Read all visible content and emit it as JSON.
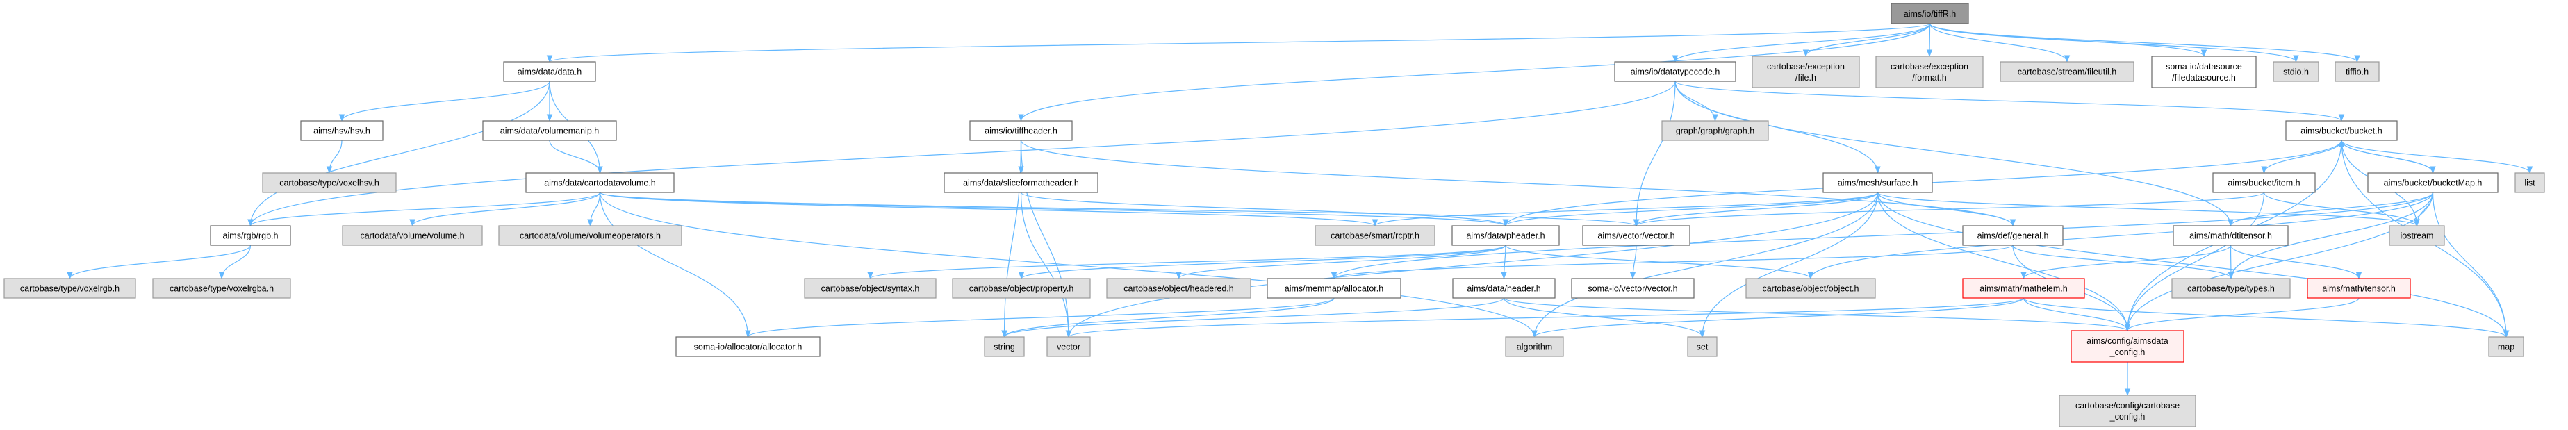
{
  "colors": {
    "edge": "#63b8ff",
    "node_plain_fill": "#ffffff",
    "node_plain_border": "#666666",
    "node_external_fill": "#e0e0e0",
    "node_external_border": "#999999",
    "node_root_fill": "#999999",
    "node_root_border": "#666666",
    "node_incomplete_fill": "#fff0f0",
    "node_incomplete_border": "#ff0000"
  },
  "nodes": [
    {
      "id": "tiffR",
      "label": [
        "aims/io/tiffR.h"
      ],
      "kind": "root"
    },
    {
      "id": "data",
      "label": [
        "aims/data/data.h"
      ],
      "kind": "plain"
    },
    {
      "id": "datatypecode",
      "label": [
        "aims/io/datatypecode.h"
      ],
      "kind": "plain"
    },
    {
      "id": "excfile",
      "label": [
        "cartobase/exception",
        "/file.h"
      ],
      "kind": "external"
    },
    {
      "id": "excformat",
      "label": [
        "cartobase/exception",
        "/format.h"
      ],
      "kind": "external"
    },
    {
      "id": "fileutil",
      "label": [
        "cartobase/stream/fileutil.h"
      ],
      "kind": "external"
    },
    {
      "id": "filedatasource",
      "label": [
        "soma-io/datasource",
        "/filedatasource.h"
      ],
      "kind": "plain"
    },
    {
      "id": "stdio",
      "label": [
        "stdio.h"
      ],
      "kind": "external"
    },
    {
      "id": "tiffio",
      "label": [
        "tiffio.h"
      ],
      "kind": "external"
    },
    {
      "id": "hsv",
      "label": [
        "aims/hsv/hsv.h"
      ],
      "kind": "plain"
    },
    {
      "id": "volumemanip",
      "label": [
        "aims/data/volumemanip.h"
      ],
      "kind": "plain"
    },
    {
      "id": "tiffheader",
      "label": [
        "aims/io/tiffheader.h"
      ],
      "kind": "plain"
    },
    {
      "id": "graph",
      "label": [
        "graph/graph/graph.h"
      ],
      "kind": "external"
    },
    {
      "id": "bucket",
      "label": [
        "aims/bucket/bucket.h"
      ],
      "kind": "plain"
    },
    {
      "id": "voxelhsv",
      "label": [
        "cartobase/type/voxelhsv.h"
      ],
      "kind": "external"
    },
    {
      "id": "cartodatavolume",
      "label": [
        "aims/data/cartodatavolume.h"
      ],
      "kind": "plain"
    },
    {
      "id": "sliceformatheader",
      "label": [
        "aims/data/sliceformatheader.h"
      ],
      "kind": "plain"
    },
    {
      "id": "surface",
      "label": [
        "aims/mesh/surface.h"
      ],
      "kind": "plain"
    },
    {
      "id": "item",
      "label": [
        "aims/bucket/item.h"
      ],
      "kind": "plain"
    },
    {
      "id": "bucketMap",
      "label": [
        "aims/bucket/bucketMap.h"
      ],
      "kind": "plain"
    },
    {
      "id": "list",
      "label": [
        "list"
      ],
      "kind": "external"
    },
    {
      "id": "rgb",
      "label": [
        "aims/rgb/rgb.h"
      ],
      "kind": "plain"
    },
    {
      "id": "volume",
      "label": [
        "cartodata/volume/volume.h"
      ],
      "kind": "external"
    },
    {
      "id": "volumeoperators",
      "label": [
        "cartodata/volume/volumeoperators.h"
      ],
      "kind": "external"
    },
    {
      "id": "rcptr",
      "label": [
        "cartobase/smart/rcptr.h"
      ],
      "kind": "external"
    },
    {
      "id": "pheader",
      "label": [
        "aims/data/pheader.h"
      ],
      "kind": "plain"
    },
    {
      "id": "aimsvector",
      "label": [
        "aims/vector/vector.h"
      ],
      "kind": "plain"
    },
    {
      "id": "general",
      "label": [
        "aims/def/general.h"
      ],
      "kind": "plain"
    },
    {
      "id": "dtitensor",
      "label": [
        "aims/math/dtitensor.h"
      ],
      "kind": "plain"
    },
    {
      "id": "iostream",
      "label": [
        "iostream"
      ],
      "kind": "external"
    },
    {
      "id": "voxelrgb",
      "label": [
        "cartobase/type/voxelrgb.h"
      ],
      "kind": "external"
    },
    {
      "id": "voxelrgba",
      "label": [
        "cartobase/type/voxelrgba.h"
      ],
      "kind": "external"
    },
    {
      "id": "syntax",
      "label": [
        "cartobase/object/syntax.h"
      ],
      "kind": "external"
    },
    {
      "id": "property",
      "label": [
        "cartobase/object/property.h"
      ],
      "kind": "external"
    },
    {
      "id": "headered",
      "label": [
        "cartobase/object/headered.h"
      ],
      "kind": "external"
    },
    {
      "id": "memallocator",
      "label": [
        "aims/memmap/allocator.h"
      ],
      "kind": "plain"
    },
    {
      "id": "header",
      "label": [
        "aims/data/header.h"
      ],
      "kind": "plain"
    },
    {
      "id": "somavector",
      "label": [
        "soma-io/vector/vector.h"
      ],
      "kind": "plain"
    },
    {
      "id": "object",
      "label": [
        "cartobase/object/object.h"
      ],
      "kind": "external"
    },
    {
      "id": "mathelem",
      "label": [
        "aims/math/mathelem.h"
      ],
      "kind": "incomplete"
    },
    {
      "id": "types",
      "label": [
        "cartobase/type/types.h"
      ],
      "kind": "external"
    },
    {
      "id": "tensor",
      "label": [
        "aims/math/tensor.h"
      ],
      "kind": "incomplete"
    },
    {
      "id": "somaallocator",
      "label": [
        "soma-io/allocator/allocator.h"
      ],
      "kind": "plain"
    },
    {
      "id": "string",
      "label": [
        "string"
      ],
      "kind": "external"
    },
    {
      "id": "vector",
      "label": [
        "vector"
      ],
      "kind": "external"
    },
    {
      "id": "algorithm",
      "label": [
        "algorithm"
      ],
      "kind": "external"
    },
    {
      "id": "set",
      "label": [
        "set"
      ],
      "kind": "external"
    },
    {
      "id": "aimsdataconfig",
      "label": [
        "aims/config/aimsdata",
        "_config.h"
      ],
      "kind": "incomplete"
    },
    {
      "id": "map",
      "label": [
        "map"
      ],
      "kind": "external"
    },
    {
      "id": "cartobaseconfig",
      "label": [
        "cartobase/config/cartobase",
        "_config.h"
      ],
      "kind": "external"
    }
  ],
  "edges": [
    [
      "tiffR",
      "data"
    ],
    [
      "tiffR",
      "datatypecode"
    ],
    [
      "tiffR",
      "tiffheader"
    ],
    [
      "tiffR",
      "excfile"
    ],
    [
      "tiffR",
      "excformat"
    ],
    [
      "tiffR",
      "fileutil"
    ],
    [
      "tiffR",
      "filedatasource"
    ],
    [
      "tiffR",
      "stdio"
    ],
    [
      "tiffR",
      "tiffio"
    ],
    [
      "data",
      "hsv"
    ],
    [
      "data",
      "rgb"
    ],
    [
      "data",
      "volumemanip"
    ],
    [
      "data",
      "cartodatavolume"
    ],
    [
      "hsv",
      "voxelhsv"
    ],
    [
      "volumemanip",
      "cartodatavolume"
    ],
    [
      "cartodatavolume",
      "rgb"
    ],
    [
      "cartodatavolume",
      "volume"
    ],
    [
      "cartodatavolume",
      "volumeoperators"
    ],
    [
      "cartodatavolume",
      "somaallocator"
    ],
    [
      "cartodatavolume",
      "rcptr"
    ],
    [
      "cartodatavolume",
      "pheader"
    ],
    [
      "cartodatavolume",
      "aimsvector"
    ],
    [
      "cartodatavolume",
      "algorithm"
    ],
    [
      "rgb",
      "voxelrgb"
    ],
    [
      "rgb",
      "voxelrgba"
    ],
    [
      "datatypecode",
      "rgb"
    ],
    [
      "datatypecode",
      "graph"
    ],
    [
      "datatypecode",
      "aimsvector"
    ],
    [
      "datatypecode",
      "surface"
    ],
    [
      "datatypecode",
      "bucket"
    ],
    [
      "datatypecode",
      "dtitensor"
    ],
    [
      "tiffheader",
      "sliceformatheader"
    ],
    [
      "tiffheader",
      "string"
    ],
    [
      "tiffheader",
      "vector"
    ],
    [
      "tiffheader",
      "general"
    ],
    [
      "sliceformatheader",
      "pheader"
    ],
    [
      "sliceformatheader",
      "vector"
    ],
    [
      "pheader",
      "syntax"
    ],
    [
      "pheader",
      "property"
    ],
    [
      "pheader",
      "headered"
    ],
    [
      "pheader",
      "header"
    ],
    [
      "pheader",
      "object"
    ],
    [
      "header",
      "string"
    ],
    [
      "header",
      "set"
    ],
    [
      "header",
      "aimsdataconfig"
    ],
    [
      "memallocator",
      "somaallocator"
    ],
    [
      "memallocator",
      "string"
    ],
    [
      "aimsvector",
      "somavector"
    ],
    [
      "surface",
      "pheader"
    ],
    [
      "surface",
      "aimsvector"
    ],
    [
      "surface",
      "rcptr"
    ],
    [
      "surface",
      "general"
    ],
    [
      "surface",
      "vector"
    ],
    [
      "surface",
      "set"
    ],
    [
      "surface",
      "aimsdataconfig"
    ],
    [
      "surface",
      "iostream"
    ],
    [
      "surface",
      "map"
    ],
    [
      "surface",
      "algorithm"
    ],
    [
      "bucket",
      "item"
    ],
    [
      "bucket",
      "bucketMap"
    ],
    [
      "bucket",
      "list"
    ],
    [
      "bucket",
      "iostream"
    ],
    [
      "bucket",
      "map"
    ],
    [
      "bucket",
      "aimsdataconfig"
    ],
    [
      "bucket",
      "pheader"
    ],
    [
      "bucketMap",
      "bucket"
    ],
    [
      "bucketMap",
      "iostream"
    ],
    [
      "bucketMap",
      "map"
    ],
    [
      "bucketMap",
      "aimsdataconfig"
    ],
    [
      "bucketMap",
      "types"
    ],
    [
      "bucketMap",
      "object"
    ],
    [
      "bucketMap",
      "memallocator"
    ],
    [
      "bucketMap",
      "dtitensor"
    ],
    [
      "item",
      "iostream"
    ],
    [
      "item",
      "aimsvector"
    ],
    [
      "item",
      "aimsdataconfig"
    ],
    [
      "general",
      "aimsdataconfig"
    ],
    [
      "general",
      "types"
    ],
    [
      "general",
      "memallocator"
    ],
    [
      "dtitensor",
      "types"
    ],
    [
      "dtitensor",
      "tensor"
    ],
    [
      "dtitensor",
      "mathelem"
    ],
    [
      "mathelem",
      "aimsdataconfig"
    ],
    [
      "mathelem",
      "map"
    ],
    [
      "mathelem",
      "vector"
    ],
    [
      "mathelem",
      "algorithm"
    ],
    [
      "tensor",
      "aimsdataconfig"
    ],
    [
      "aimsdataconfig",
      "cartobaseconfig"
    ]
  ]
}
